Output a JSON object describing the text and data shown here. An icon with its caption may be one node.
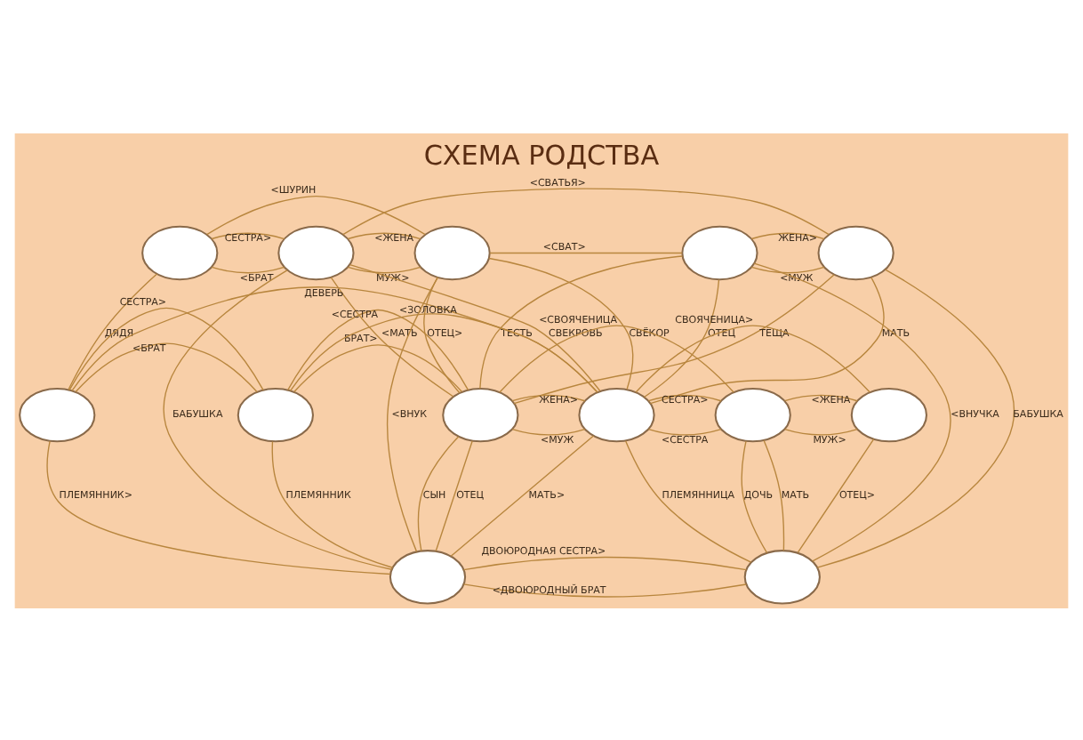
{
  "diagram": {
    "title": "СХЕМА РОДСТВА",
    "nodes": [
      {
        "text": [],
        "shape": "circle"
      },
      {
        "text": [],
        "shape": "circle"
      },
      {
        "text": [],
        "shape": "circle"
      },
      {
        "text": [],
        "shape": "circle"
      },
      {
        "text": [],
        "shape": "circle"
      },
      {
        "text": [],
        "shape": "circle"
      },
      {
        "text": [],
        "shape": "circle"
      },
      {
        "text": [],
        "shape": "circle"
      },
      {
        "text": [],
        "shape": "circle"
      },
      {
        "text": [],
        "shape": "circle"
      },
      {
        "text": [],
        "shape": "circle"
      },
      {
        "text": [],
        "shape": "circle"
      },
      {
        "text": [],
        "shape": "circle"
      }
    ],
    "edges": [
      {
        "from": 0,
        "to": 1,
        "arrow": "none",
        "label": "<БРАТ"
      },
      {
        "from": 0,
        "to": 1,
        "arrow": "none",
        "label": "СЕСТРА>"
      },
      {
        "from": 0,
        "to": 2,
        "arrow": "none",
        "label": "<ШУРИН"
      },
      {
        "from": 1,
        "to": 2,
        "arrow": "none",
        "label": "МУЖ>"
      },
      {
        "from": 1,
        "to": 2,
        "arrow": "none",
        "label": "<ЖЕНА"
      },
      {
        "from": 2,
        "to": 3,
        "arrow": "none",
        "label": "<СВАТ>"
      },
      {
        "from": 1,
        "to": 4,
        "arrow": "none",
        "label": "<СВАТЬЯ>"
      },
      {
        "from": 3,
        "to": 4,
        "arrow": "none",
        "label": "<МУЖ"
      },
      {
        "from": 3,
        "to": 4,
        "arrow": "none",
        "label": "ЖЕНА>"
      },
      {
        "from": 1,
        "to": 7,
        "arrow": "none",
        "label": "<МАТЬ"
      },
      {
        "from": 2,
        "to": 7,
        "arrow": "none",
        "label": "ОТЕЦ>"
      },
      {
        "from": 1,
        "to": 8,
        "arrow": "none",
        "label": "СВЕКРОВЬ"
      },
      {
        "from": 2,
        "to": 8,
        "arrow": "none",
        "label": "СВЁКОР"
      },
      {
        "from": 3,
        "to": 7,
        "arrow": "none",
        "label": "ТЕСТЬ"
      },
      {
        "from": 4,
        "to": 7,
        "arrow": "none",
        "label": "ТЁЩА"
      },
      {
        "from": 3,
        "to": 8,
        "arrow": "none",
        "label": "ОТЕЦ"
      },
      {
        "from": 4,
        "to": 8,
        "arrow": "none",
        "label": "МАТЬ"
      },
      {
        "from": 4,
        "to": 12,
        "arrow": "none",
        "label": "БАБУШКА"
      },
      {
        "from": 1,
        "to": 11,
        "arrow": "none",
        "label": "БАБУШКА"
      },
      {
        "from": 0,
        "to": 5,
        "arrow": "none",
        "label": "ДЯДЯ"
      },
      {
        "from": 5,
        "to": 6,
        "arrow": "none",
        "label": "<БРАТ"
      },
      {
        "from": 5,
        "to": 6,
        "arrow": "none",
        "label": "СЕСТРА>"
      },
      {
        "from": 6,
        "to": 7,
        "arrow": "none",
        "label": "БРАТ>"
      },
      {
        "from": 6,
        "to": 7,
        "arrow": "none",
        "label": "<СЕСТРА"
      },
      {
        "from": 7,
        "to": 8,
        "arrow": "none",
        "label": "<МУЖ"
      },
      {
        "from": 7,
        "to": 8,
        "arrow": "none",
        "label": "ЖЕНА>"
      },
      {
        "from": 8,
        "to": 9,
        "arrow": "none",
        "label": "<СЕСТРА"
      },
      {
        "from": 8,
        "to": 9,
        "arrow": "none",
        "label": "СЕСТРА>"
      },
      {
        "from": 9,
        "to": 10,
        "arrow": "none",
        "label": "МУЖ>"
      },
      {
        "from": 9,
        "to": 10,
        "arrow": "none",
        "label": "<ЖЕНА"
      },
      {
        "from": 6,
        "to": 8,
        "arrow": "none",
        "label": "<ЗОЛОВКА"
      },
      {
        "from": 5,
        "to": 8,
        "arrow": "none",
        "label": "ДЕВЕРЬ"
      },
      {
        "from": 8,
        "to": 10,
        "arrow": "none",
        "label": "СВОЯЧЕНИЦА>"
      },
      {
        "from": 7,
        "to": 9,
        "arrow": "none",
        "label": "<СВОЯЧЕНИЦА"
      },
      {
        "from": 7,
        "to": 11,
        "arrow": "none",
        "label": "ОТЕЦ"
      },
      {
        "from": 8,
        "to": 11,
        "arrow": "none",
        "label": "МАТЬ>"
      },
      {
        "from": 10,
        "to": 12,
        "arrow": "none",
        "label": "ОТЕЦ>"
      },
      {
        "from": 9,
        "to": 12,
        "arrow": "none",
        "label": "МАТЬ"
      },
      {
        "from": 5,
        "to": 11,
        "arrow": "none",
        "label": "ПЛЕМЯННИК>"
      },
      {
        "from": 6,
        "to": 11,
        "arrow": "none",
        "label": "ПЛЕМЯННИК"
      },
      {
        "from": 8,
        "to": 12,
        "arrow": "none",
        "label": "ПЛЕМЯННИЦА"
      },
      {
        "from": 11,
        "to": 12,
        "arrow": "none",
        "label": "<ДВОЮРОДНЫЙ БРАТ"
      },
      {
        "from": 11,
        "to": 12,
        "arrow": "none",
        "label": "ДВОЮРОДНАЯ СЕСТРА>"
      },
      {
        "from": 11,
        "to": 2,
        "arrow": "none",
        "label": "<ВНУК"
      },
      {
        "from": 12,
        "to": 3,
        "arrow": "none",
        "label": "<ВНУЧКА"
      },
      {
        "from": 12,
        "to": 9,
        "arrow": "none",
        "label": "ДОЧЬ"
      },
      {
        "from": 11,
        "to": 7,
        "arrow": "none",
        "label": "СЫН"
      }
    ]
  }
}
